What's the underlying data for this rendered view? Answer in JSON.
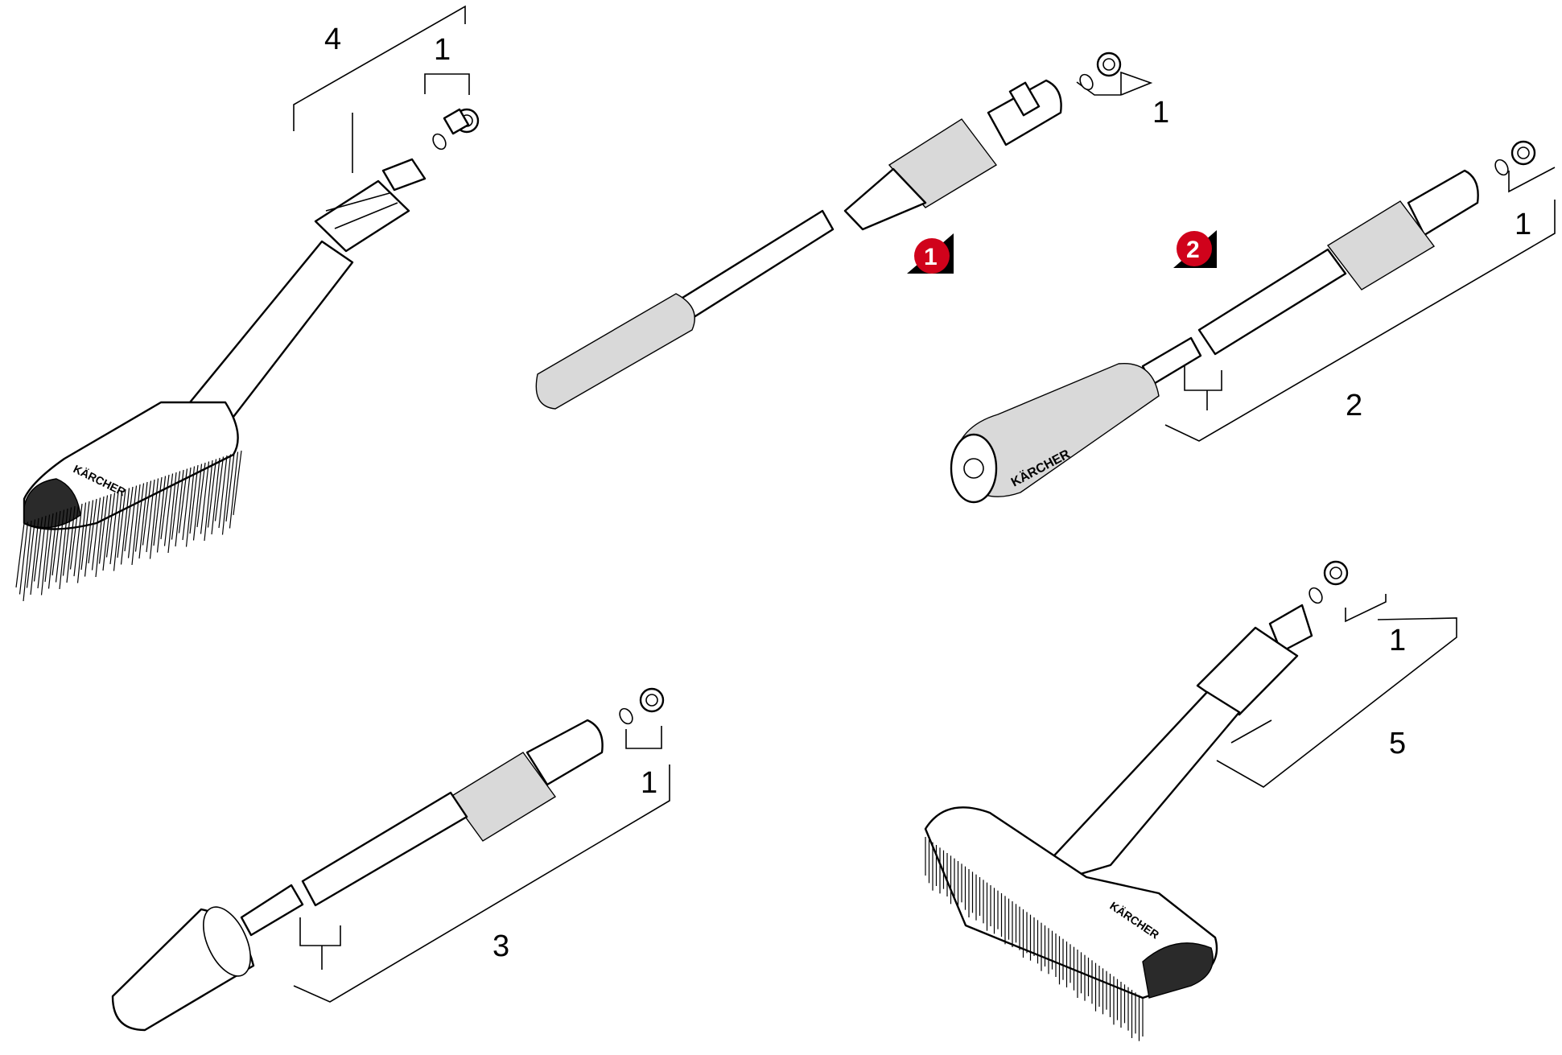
{
  "diagram": {
    "badges": [
      {
        "id": "badge-1",
        "label": "1",
        "color": "#d0021b"
      },
      {
        "id": "badge-2",
        "label": "2",
        "color": "#d0021b"
      }
    ],
    "callouts": {
      "c4": "4",
      "c1_top_left": "1",
      "c1_center_top": "1",
      "c1_right": "1",
      "c2": "2",
      "c1_bottom_left": "1",
      "c3": "3",
      "c1_bottom_right": "1",
      "c5": "5"
    },
    "brand_text": "KÄRCHER"
  }
}
